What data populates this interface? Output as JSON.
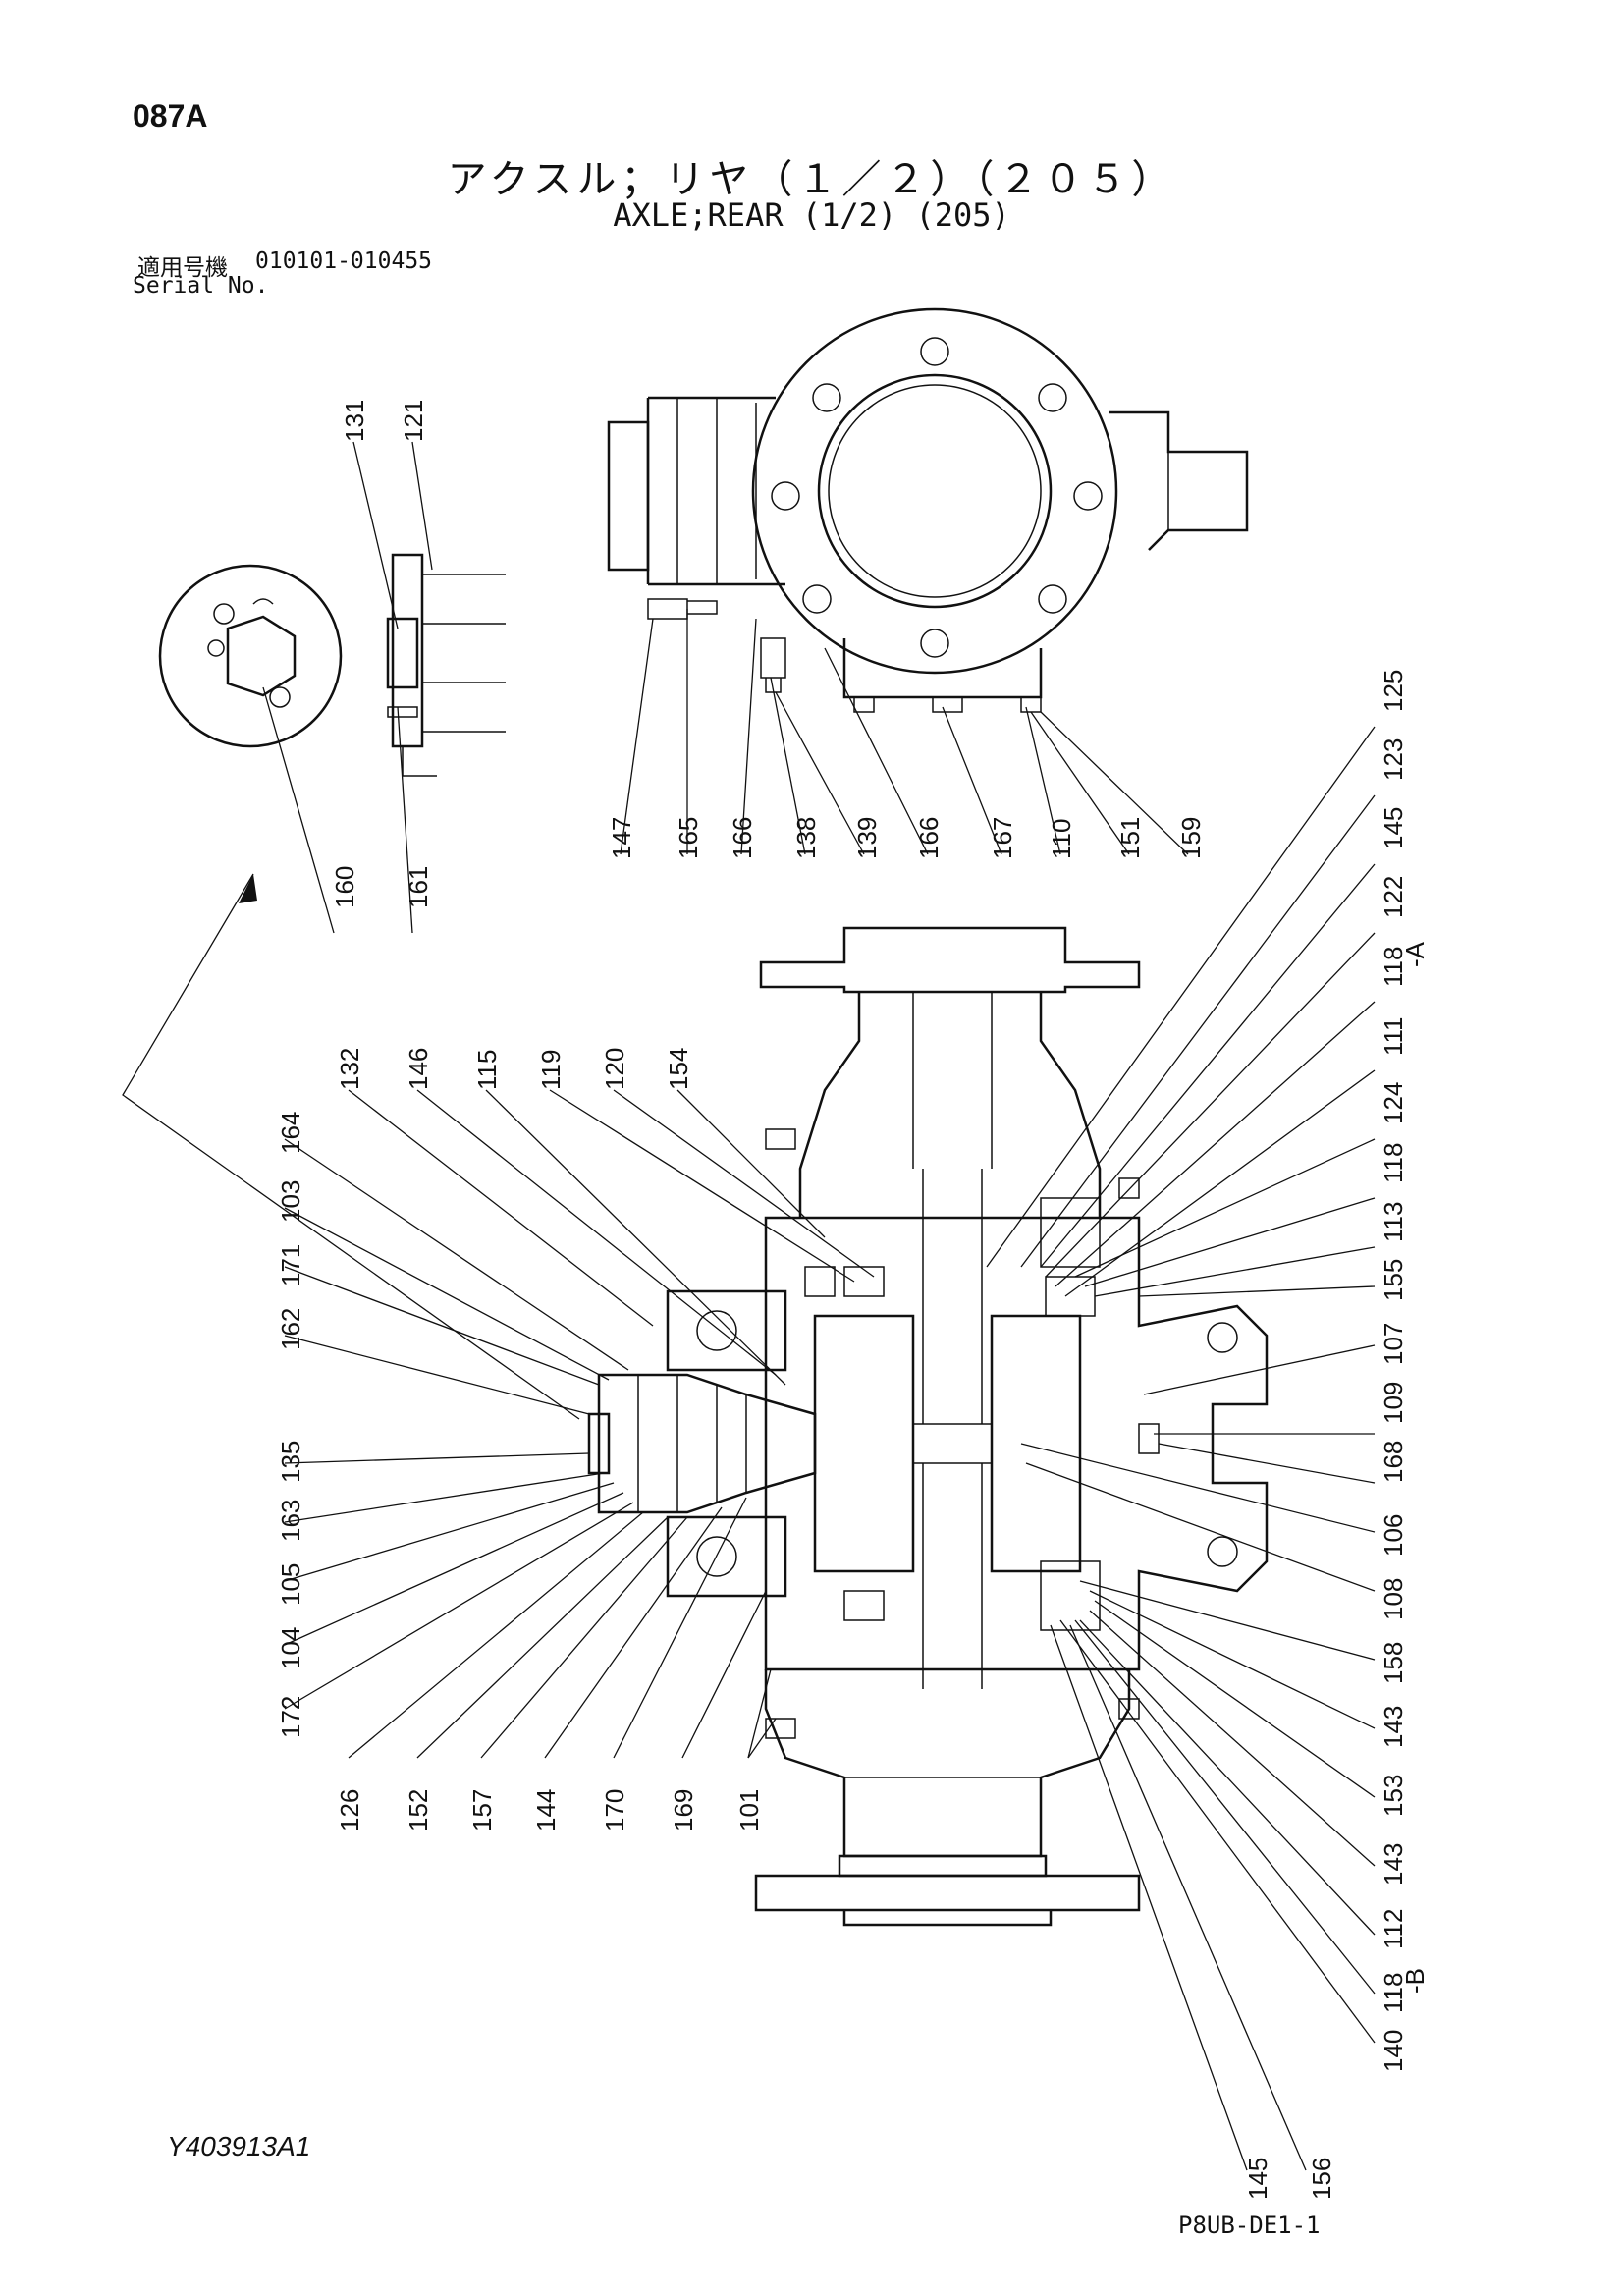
{
  "header": {
    "page_code": "087A",
    "title_jp": "アクスル；リヤ（１／２）（２０５）",
    "title_en": "AXLE;REAR (1/2) (205)",
    "serial_label_jp": "適用号機",
    "serial_range": "010101-010455",
    "serial_label_en": "Serial No."
  },
  "footer": {
    "drawing_number": "Y403913A1",
    "sheet_code": "P8UB-DE1-1"
  },
  "callouts": {
    "top_view": [
      "131",
      "121",
      "160",
      "161",
      "147",
      "165",
      "166",
      "138",
      "139",
      "166",
      "167",
      "110",
      "151",
      "159"
    ],
    "upper_right": [
      "125",
      "123",
      "145",
      "122",
      "118",
      "-A",
      "111",
      "124",
      "118",
      "113",
      "155",
      "107",
      "109",
      "168",
      "106",
      "108",
      "158",
      "143",
      "153",
      "143",
      "112",
      "118",
      "-B",
      "140",
      "156",
      "145"
    ],
    "left_side": [
      "132",
      "146",
      "115",
      "119",
      "120",
      "154",
      "164",
      "103",
      "171",
      "162",
      "135",
      "163",
      "105",
      "104",
      "172",
      "126",
      "152",
      "157",
      "144",
      "170",
      "169",
      "101"
    ]
  }
}
